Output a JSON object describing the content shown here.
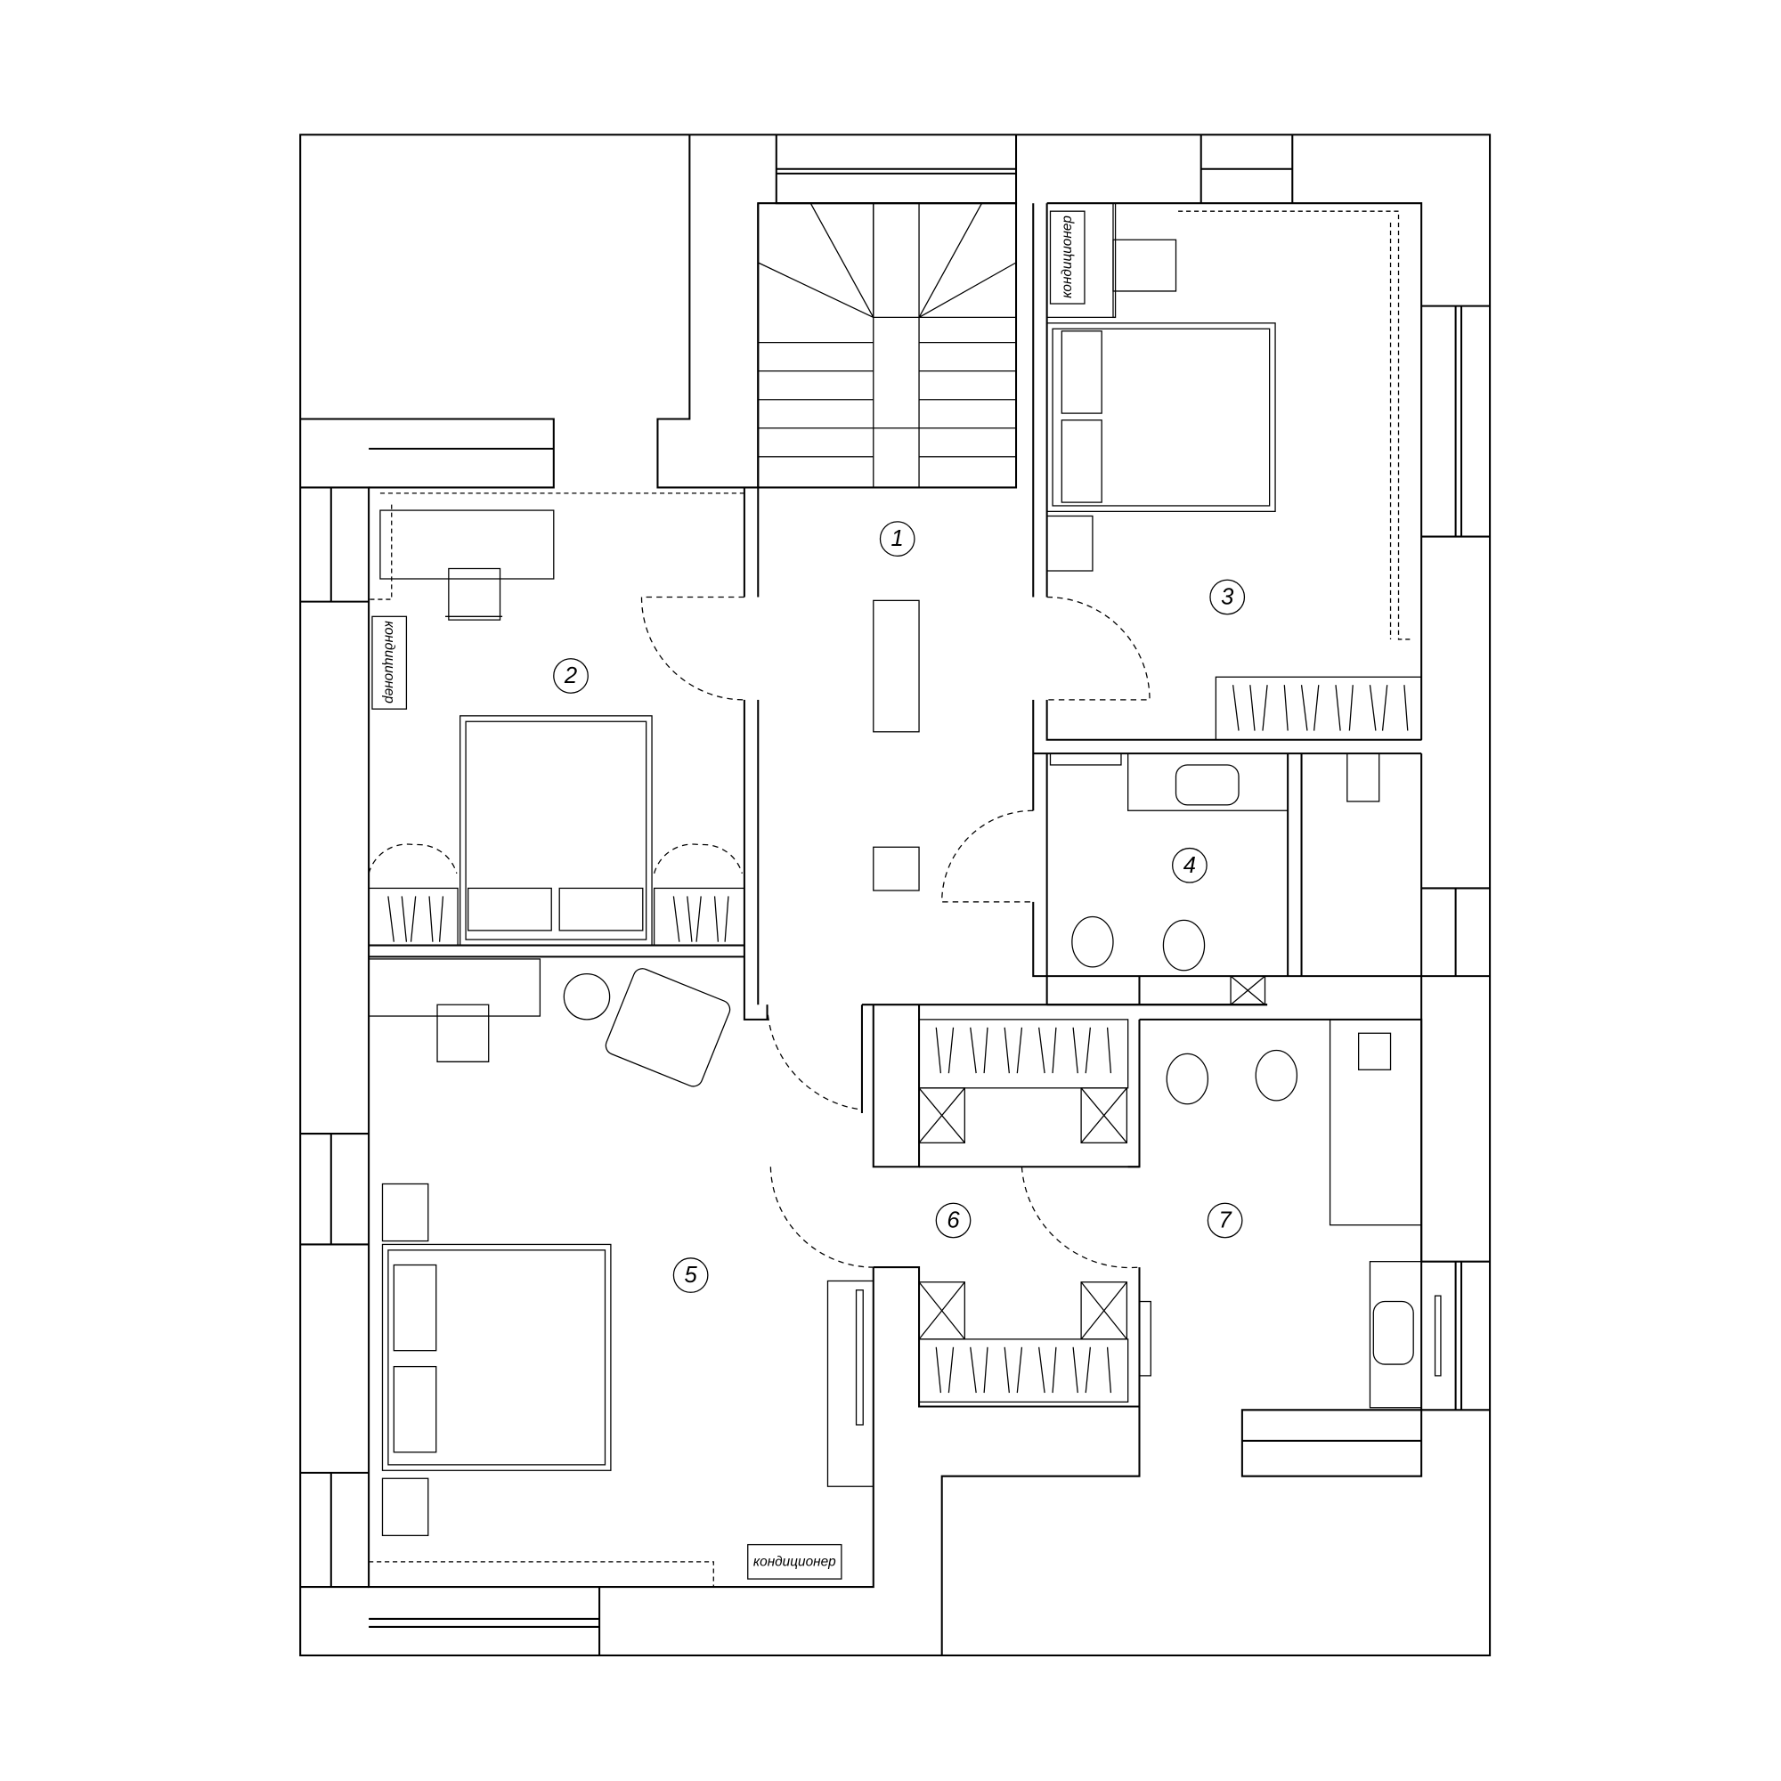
{
  "plan": {
    "rooms": [
      {
        "number": "1"
      },
      {
        "number": "2"
      },
      {
        "number": "3"
      },
      {
        "number": "4"
      },
      {
        "number": "5"
      },
      {
        "number": "6"
      },
      {
        "number": "7"
      }
    ],
    "air_conditioner_label": "кондиционер"
  }
}
